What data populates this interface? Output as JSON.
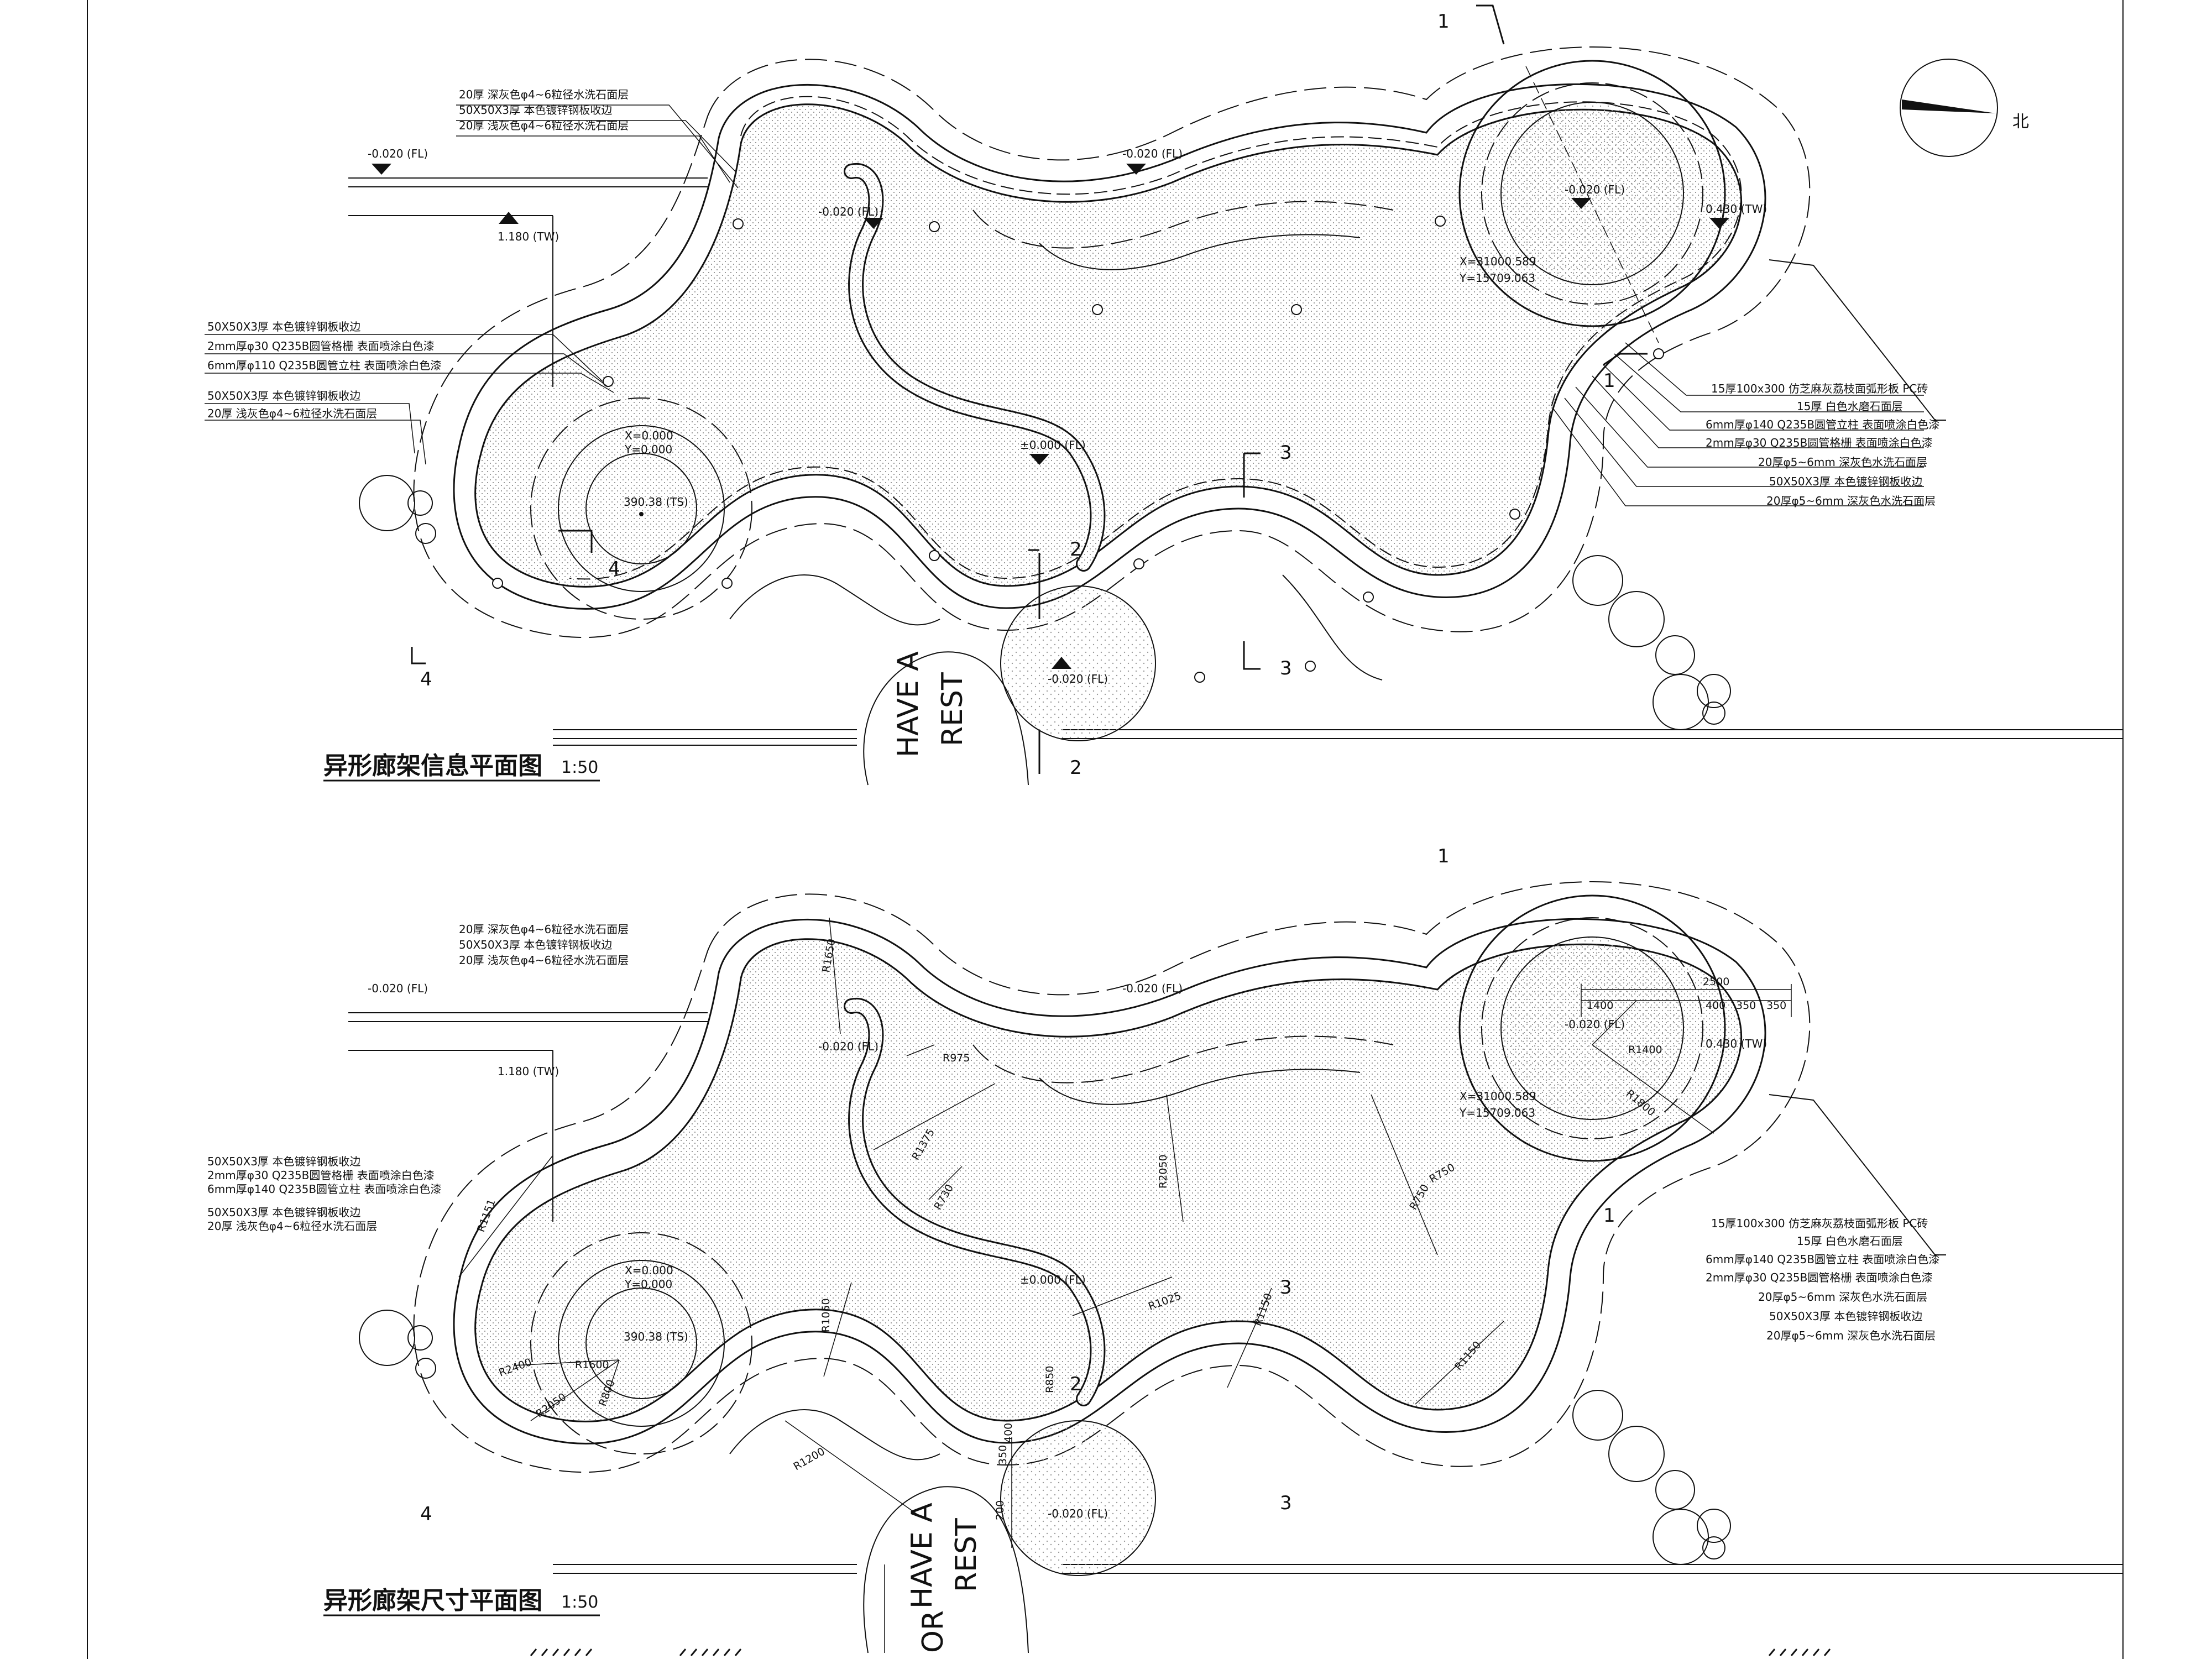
{
  "north_label": "北",
  "plans": [
    {
      "title": "异形廊架信息平面图",
      "scale": "1:50",
      "levels": [
        "-0.020 (FL)",
        "1.180 (TW)",
        "-0.020 (FL)",
        "-0.020 (FL)",
        "-0.020 (FL)",
        "0.430 (TW)",
        "±0.000 (FL)",
        "-0.020 (FL)"
      ],
      "point_level": "390.38 (TS)",
      "coords": {
        "x1": "X=0.000",
        "y1": "Y=0.000",
        "x2": "X=31000.589",
        "y2": "Y=15709.063"
      },
      "section_marks": [
        "1",
        "1",
        "2",
        "2",
        "3",
        "3",
        "4",
        "4"
      ],
      "notes_top": [
        "20厚 深灰色φ4~6粒径水洗石面层",
        "50X50X3厚 本色镀锌钢板收边",
        "20厚 浅灰色φ4~6粒径水洗石面层"
      ],
      "notes_left": [
        "50X50X3厚 本色镀锌钢板收边",
        "2mm厚φ30 Q235B圆管格栅 表面喷涂白色漆",
        "6mm厚φ110 Q235B圆管立柱 表面喷涂白色漆",
        "50X50X3厚 本色镀锌钢板收边",
        "20厚 浅灰色φ4~6粒径水洗石面层"
      ],
      "notes_right": [
        "15厚100x300 仿芝麻灰荔枝面弧形板 PC砖",
        "15厚 白色水磨石面层",
        "6mm厚φ140 Q235B圆管立柱 表面喷涂白色漆",
        "2mm厚φ30 Q235B圆管格栅 表面喷涂白色漆",
        "20厚φ5~6mm 深灰色水洗石面层",
        "50X50X3厚 本色镀锌钢板收边",
        "20厚φ5~6mm 深灰色水洗石面层"
      ],
      "sign": [
        "HAVE A",
        "REST"
      ]
    },
    {
      "title": "异形廊架尺寸平面图",
      "scale": "1:50",
      "levels": [
        "-0.020 (FL)",
        "1.180 (TW)",
        "-0.020 (FL)",
        "-0.020 (FL)",
        "-0.020 (FL)",
        "0.430 (TW)",
        "±0.000 (FL)",
        "-0.020 (FL)"
      ],
      "point_level": "390.38 (TS)",
      "coords": {
        "x1": "X=0.000",
        "y1": "Y=0.000",
        "x2": "X=31000.589",
        "y2": "Y=15709.063"
      },
      "section_marks": [
        "1",
        "1",
        "2",
        "3",
        "3",
        "4"
      ],
      "notes_top": [
        "20厚 深灰色φ4~6粒径水洗石面层",
        "50X50X3厚 本色镀锌钢板收边",
        "20厚 浅灰色φ4~6粒径水洗石面层"
      ],
      "notes_left": [
        "50X50X3厚 本色镀锌钢板收边",
        "2mm厚φ30 Q235B圆管格栅 表面喷涂白色漆",
        "6mm厚φ140 Q235B圆管立柱 表面喷涂白色漆",
        "50X50X3厚 本色镀锌钢板收边",
        "20厚 浅灰色φ4~6粒径水洗石面层"
      ],
      "notes_right": [
        "15厚100x300 仿芝麻灰荔枝面弧形板 PC砖",
        "15厚 白色水磨石面层",
        "6mm厚φ140 Q235B圆管立柱 表面喷涂白色漆",
        "2mm厚φ30 Q235B圆管格栅 表面喷涂白色漆",
        "20厚φ5~6mm 深灰色水洗石面层",
        "50X50X3厚 本色镀锌钢板收边",
        "20厚φ5~6mm 深灰色水洗石面层"
      ],
      "dims": [
        "R1650",
        "R975",
        "R1375",
        "R730",
        "R2050",
        "R750",
        "R750",
        "R1151",
        "R1050",
        "R1025",
        "R1150",
        "R1600",
        "R2400",
        "R2050",
        "R800",
        "R1200",
        "R1150",
        "2500",
        "1400",
        "400",
        "350",
        "350",
        "R1400",
        "R1800",
        "R850",
        "350",
        "400",
        "200"
      ],
      "sign": [
        "HAVE A",
        "REST",
        "OR"
      ]
    }
  ]
}
